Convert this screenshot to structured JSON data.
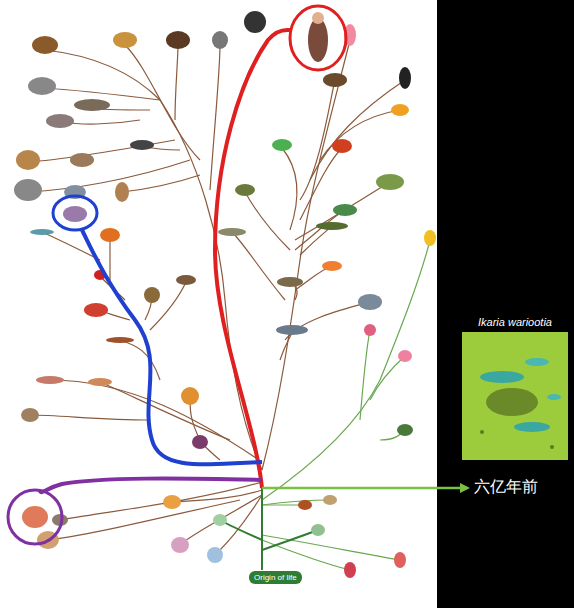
{
  "diagram": {
    "nodes": [
      {
        "text": [
          "Ikaria wariootia"
        ]
      },
      {
        "text": [
          "Origin of life"
        ]
      }
    ],
    "labels": [
      "六亿年前"
    ]
  }
}
